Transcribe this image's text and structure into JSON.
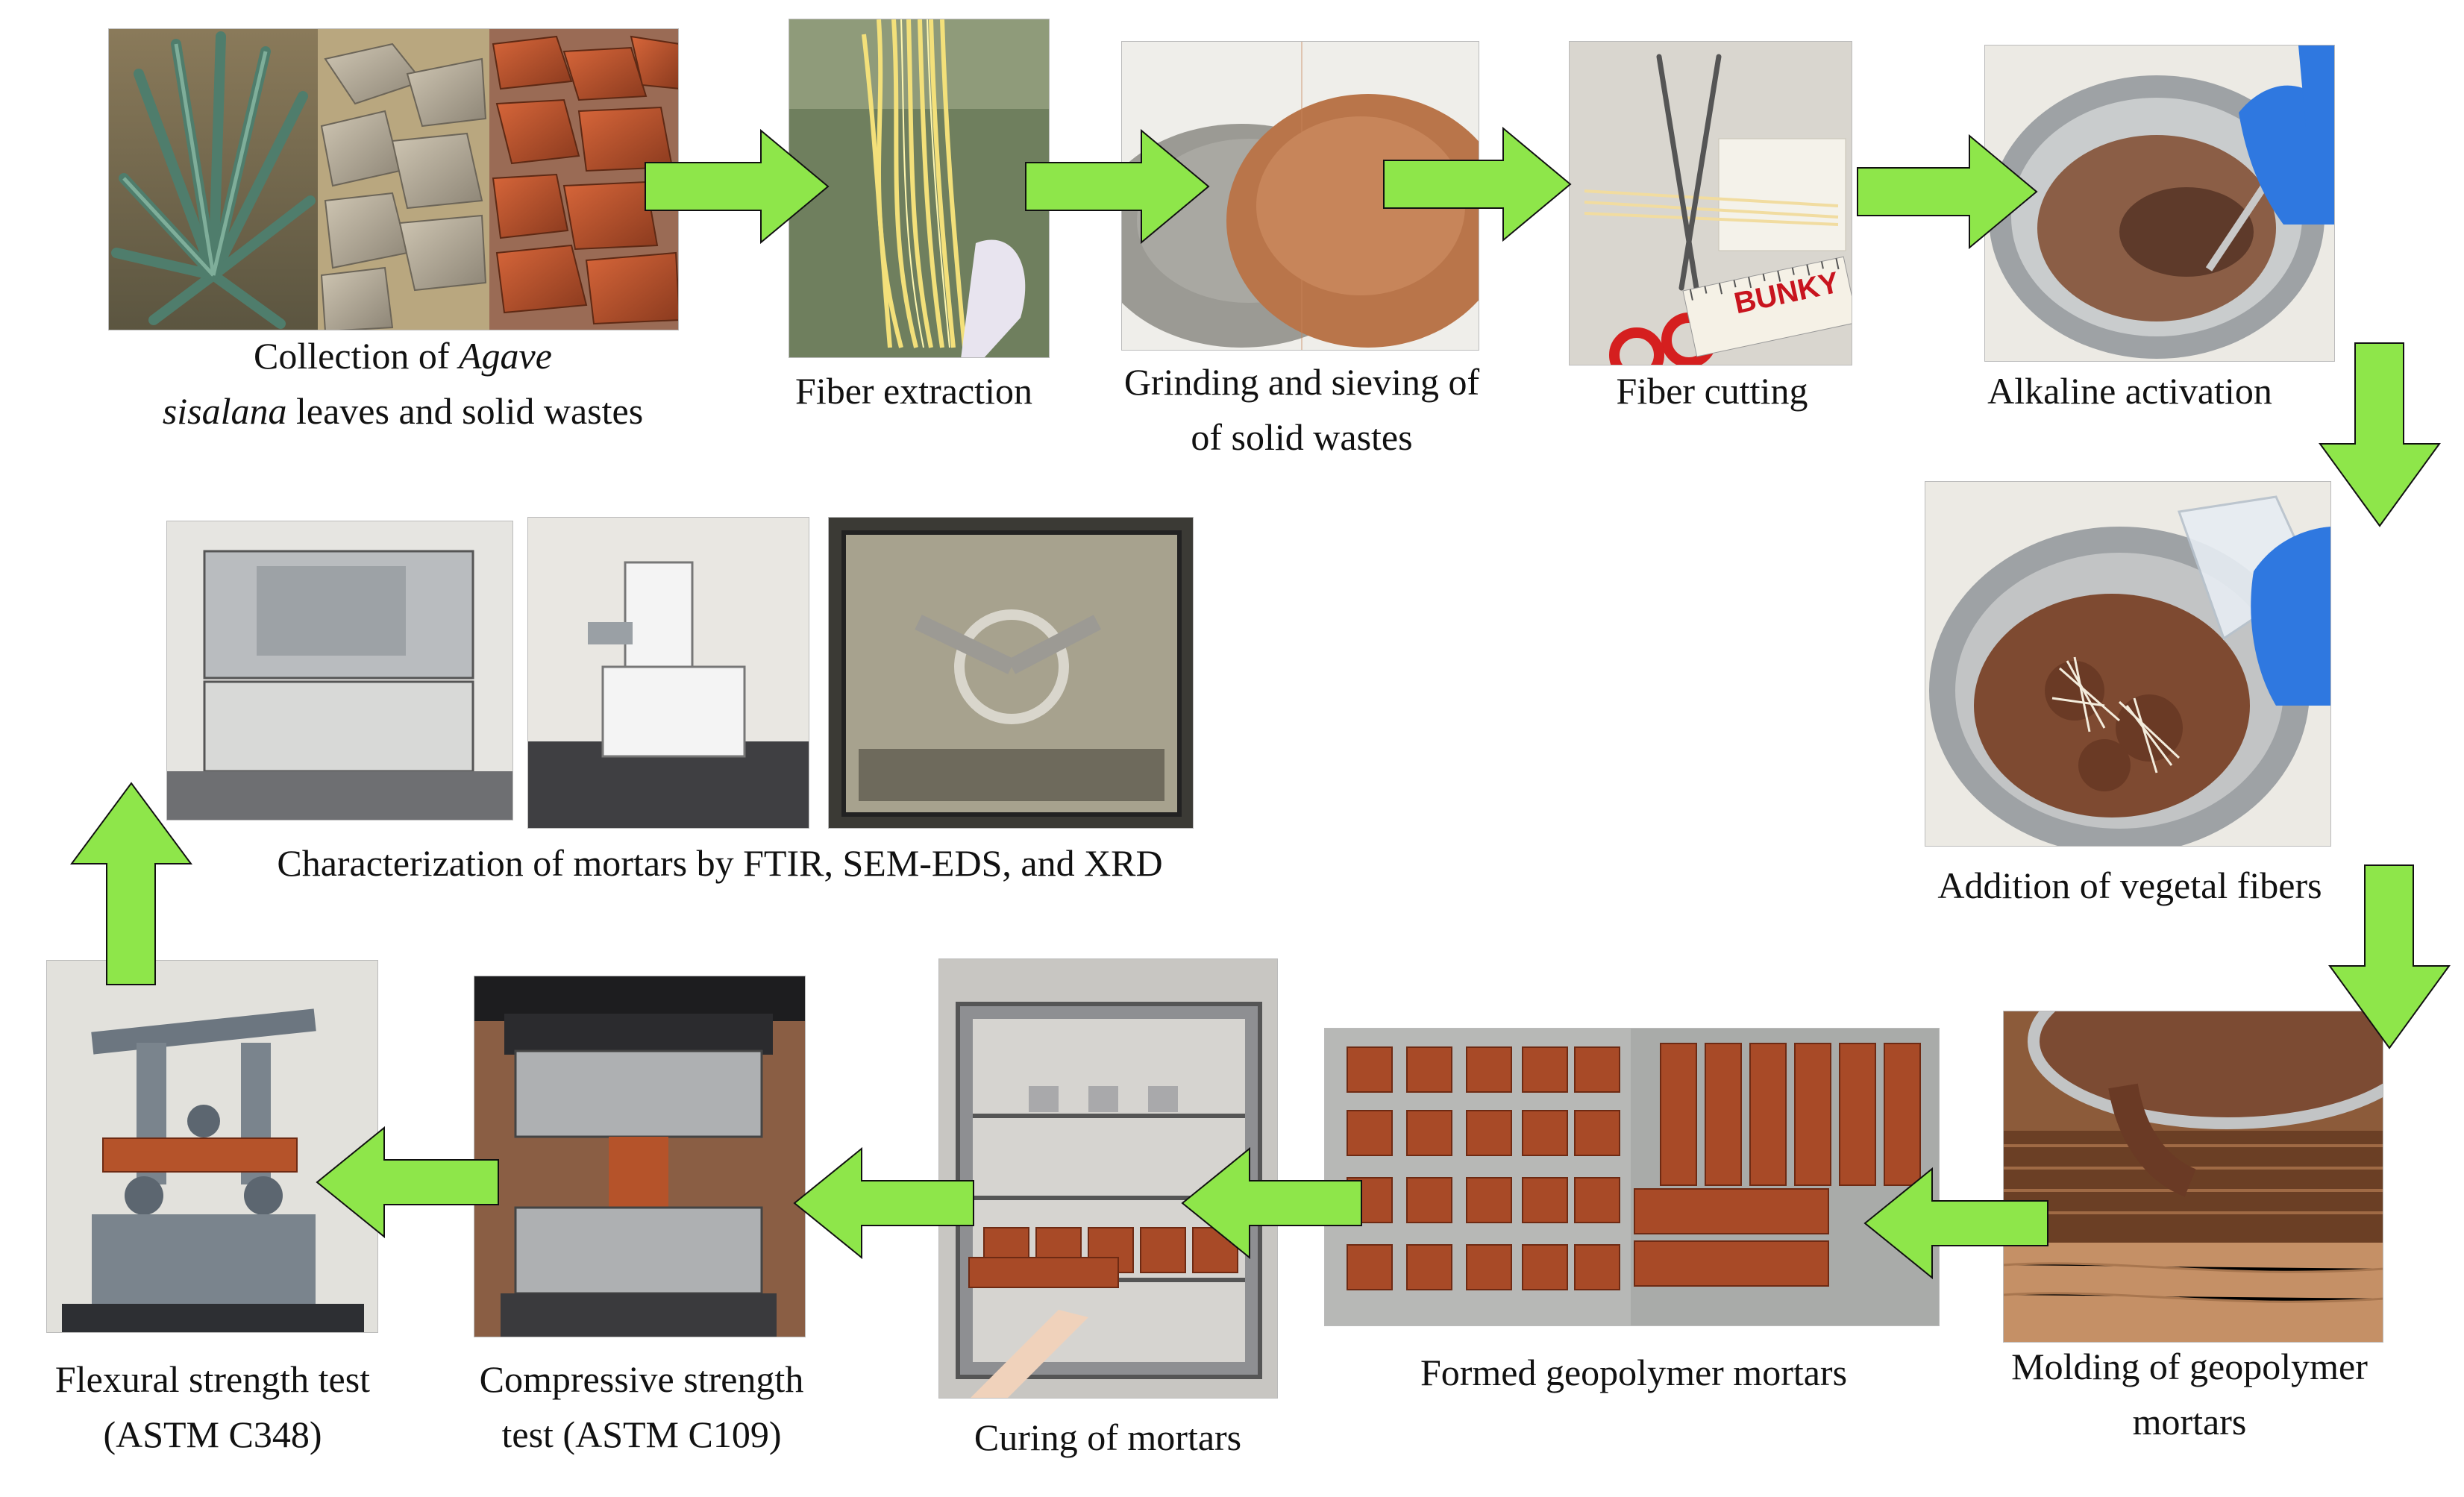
{
  "steps": {
    "collection": {
      "line1_prefix": "Collection of ",
      "line1_italic": "Agave",
      "line2_italic": "sisalana",
      "line2_suffix": " leaves and solid wastes"
    },
    "fiber_extraction": "Fiber extraction",
    "grinding": {
      "line1": "Grinding and sieving of",
      "line2": "of solid wastes"
    },
    "fiber_cutting": "Fiber cutting",
    "alkaline_activation": "Alkaline activation",
    "addition_fibers": "Addition of vegetal fibers",
    "molding": {
      "line1": "Molding of geopolymer",
      "line2": "mortars"
    },
    "formed": "Formed geopolymer mortars",
    "curing": "Curing of mortars",
    "compressive": {
      "line1": "Compressive strength",
      "line2": "test (ASTM C109)"
    },
    "flexural": {
      "line1": "Flexural strength test",
      "line2": "(ASTM C348)"
    },
    "characterization": "Characterization of mortars by FTIR, SEM-EDS, and XRD"
  },
  "ruler_brand": "BUNKY",
  "colors": {
    "arrow": "#8ee64a",
    "clay": "#b4582f",
    "concrete": "#b9b4a8"
  }
}
